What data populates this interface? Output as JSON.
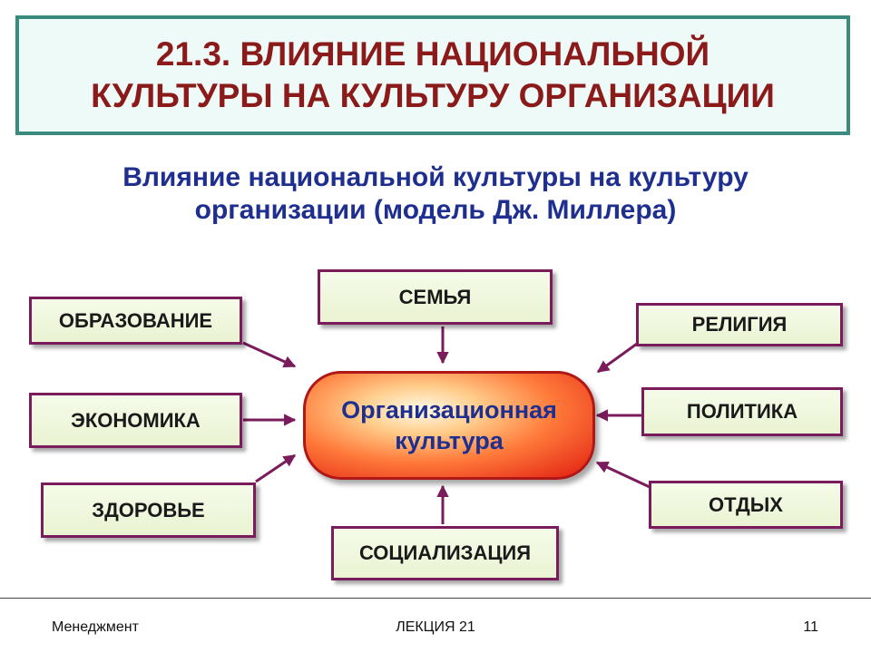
{
  "title": {
    "line1": "21.3. ВЛИЯНИЕ НАЦИОНАЛЬНОЙ",
    "line2": "КУЛЬТУРЫ НА КУЛЬТУРУ ОРГАНИЗАЦИИ"
  },
  "subtitle": {
    "line1": "Влияние национальной культуры на культуру",
    "line2": "организации (модель Дж. Миллера)"
  },
  "diagram": {
    "center": {
      "line1": "Организационная",
      "line2": "культура"
    },
    "nodes": {
      "family": "СЕМЬЯ",
      "education": "ОБРАЗОВАНИЕ",
      "religion": "РЕЛИГИЯ",
      "economy": "ЭКОНОМИКА",
      "politics": "ПОЛИТИКА",
      "health": "ЗДОРОВЬЕ",
      "leisure": "ОТДЫХ",
      "socialization": "СОЦИАЛИЗАЦИЯ"
    },
    "colors": {
      "node_border": "#7a1b5c",
      "arrow": "#7a1b5c",
      "center_border": "#b01818",
      "center_text": "#1e2f8f",
      "title_text": "#8b1a1a",
      "title_border": "#3b8a7e"
    }
  },
  "footer": {
    "left": "Менеджмент",
    "center": "ЛЕКЦИЯ 21",
    "right": "11"
  }
}
